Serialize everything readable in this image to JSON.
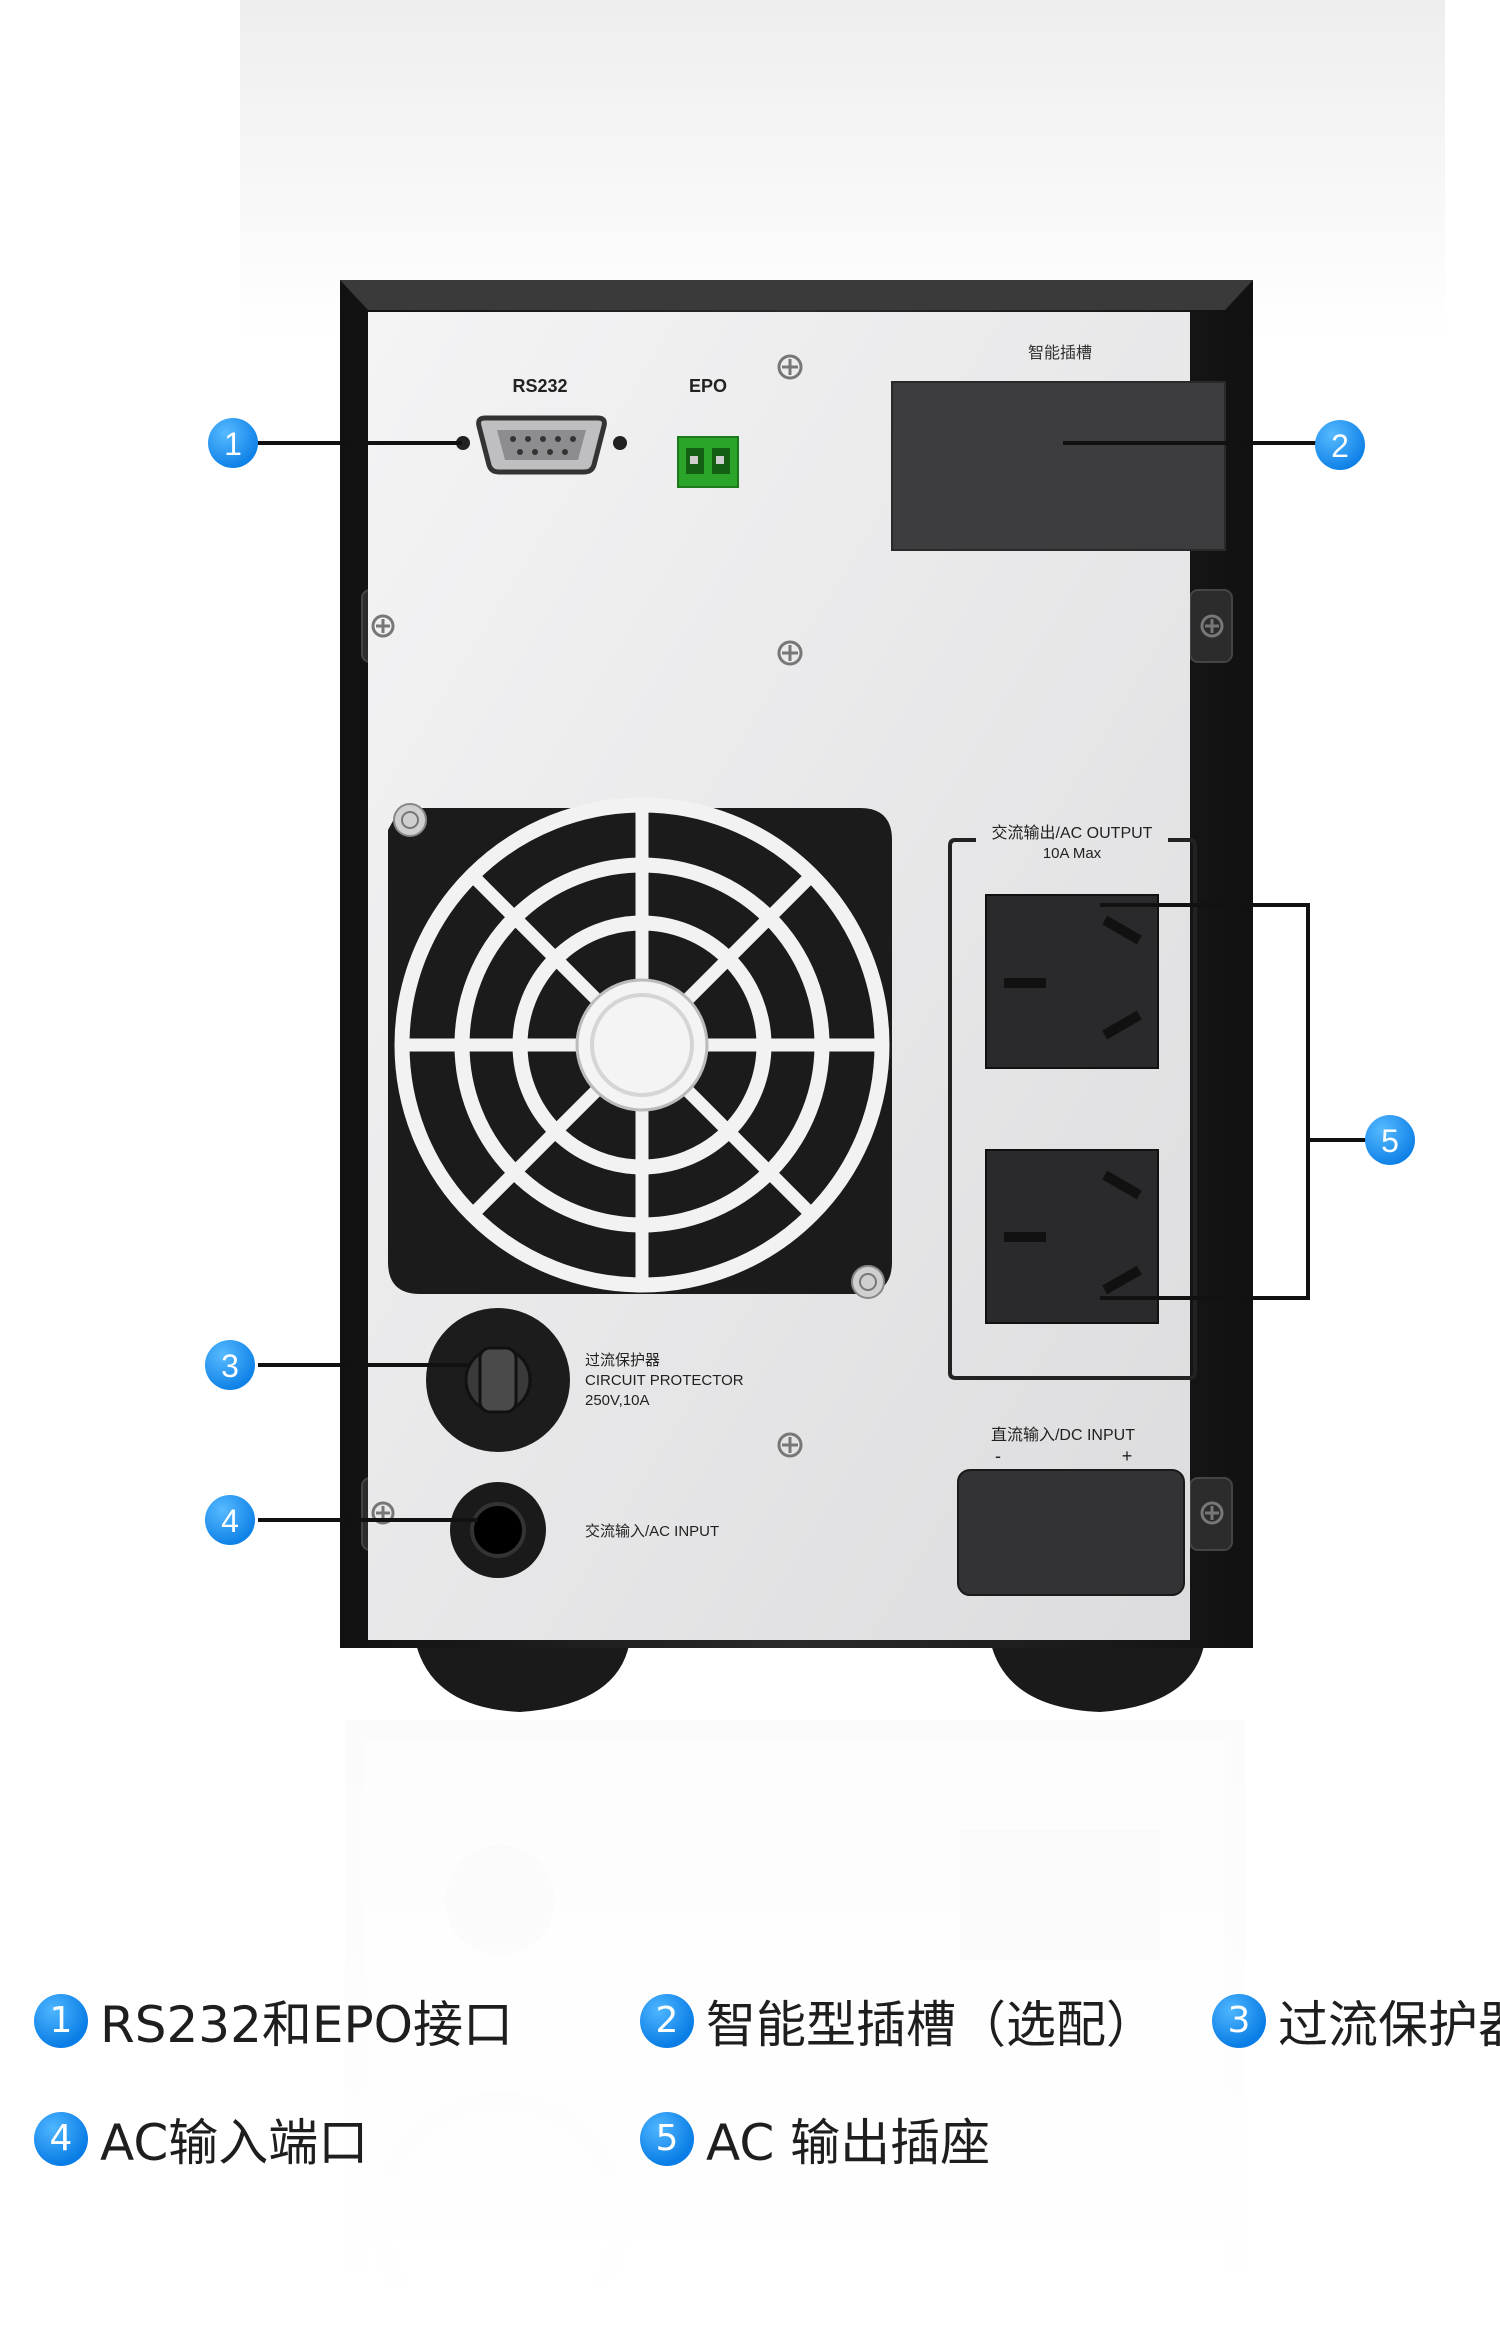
{
  "panel": {
    "rs232_label": "RS232",
    "epo_label": "EPO",
    "smart_slot_label": "智能插槽",
    "ac_output_label_line1": "交流输出/AC OUTPUT",
    "ac_output_label_line2": "10A Max",
    "circuit_protector_line1": "过流保护器",
    "circuit_protector_line2": "CIRCUIT PROTECTOR",
    "circuit_protector_line3": "250V,10A",
    "ac_input_label": "交流输入/AC INPUT",
    "dc_input_label": "直流输入/DC INPUT",
    "dc_minus": "-",
    "dc_plus": "+"
  },
  "callouts": {
    "c1": "1",
    "c2": "2",
    "c3": "3",
    "c4": "4",
    "c5": "5"
  },
  "legend": {
    "items": [
      {
        "num": "1",
        "text": "RS232和EPO接口"
      },
      {
        "num": "2",
        "text": "智能型插槽（选配）"
      },
      {
        "num": "3",
        "text": "过流保护器"
      },
      {
        "num": "4",
        "text": "AC输入端口"
      },
      {
        "num": "5",
        "text": "AC 输出插座"
      }
    ]
  },
  "colors": {
    "callout_blue": "#1a8cf0",
    "panel_silver": "#e9e9ea",
    "frame_dark": "#222222",
    "epo_green": "#2aa52a"
  },
  "icons": [
    "db9-connector-icon",
    "epo-terminal-icon",
    "fan-grille-icon",
    "outlet-icon",
    "screw-icon"
  ]
}
